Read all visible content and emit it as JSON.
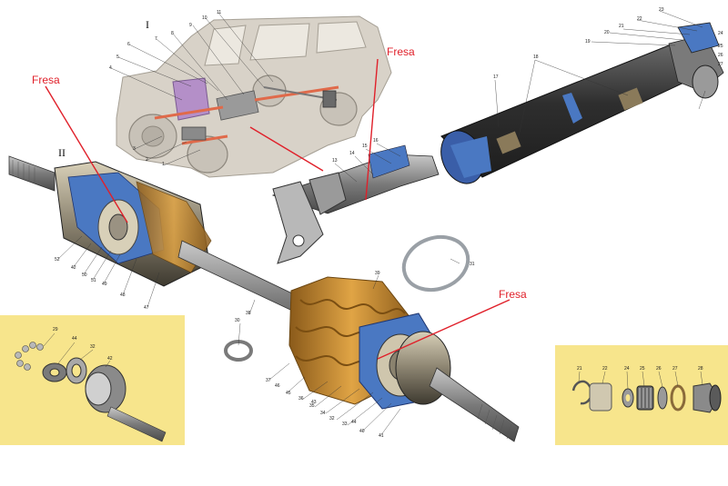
{
  "section_labels": {
    "vehicle": "I",
    "cv_joint": "II"
  },
  "annotations": {
    "fresa_top_left": "Fresa",
    "fresa_top_middle": "Fresa",
    "fresa_bottom_right": "Fresa"
  },
  "part_numbers": {
    "vehicle": [
      "1",
      "2",
      "3",
      "4",
      "5",
      "6",
      "7",
      "8",
      "9",
      "10",
      "11"
    ],
    "shaft": [
      "13",
      "14",
      "15",
      "16",
      "17",
      "18",
      "19",
      "20",
      "21",
      "22",
      "23",
      "24",
      "25",
      "26",
      "27"
    ],
    "cv_joint": [
      "30",
      "31",
      "32",
      "33",
      "34",
      "35",
      "36",
      "37",
      "38",
      "39",
      "40",
      "41",
      "42",
      "43",
      "44",
      "45",
      "46",
      "47",
      "48",
      "49",
      "50",
      "51",
      "52"
    ],
    "inset_left": [
      "29",
      "44",
      "32",
      "42"
    ],
    "inset_right": [
      "21",
      "22",
      "24",
      "25",
      "26",
      "27",
      "28"
    ]
  },
  "colors": {
    "fresa": "#e0202a",
    "inset_bg": "#f7e58c",
    "blue_cutaway": "#4a78c2",
    "metal": "#8a8a8a",
    "dark_tube": "#3b3b3b",
    "boot": "#c98a2e",
    "vehicle_body": "#d8d2c8"
  }
}
